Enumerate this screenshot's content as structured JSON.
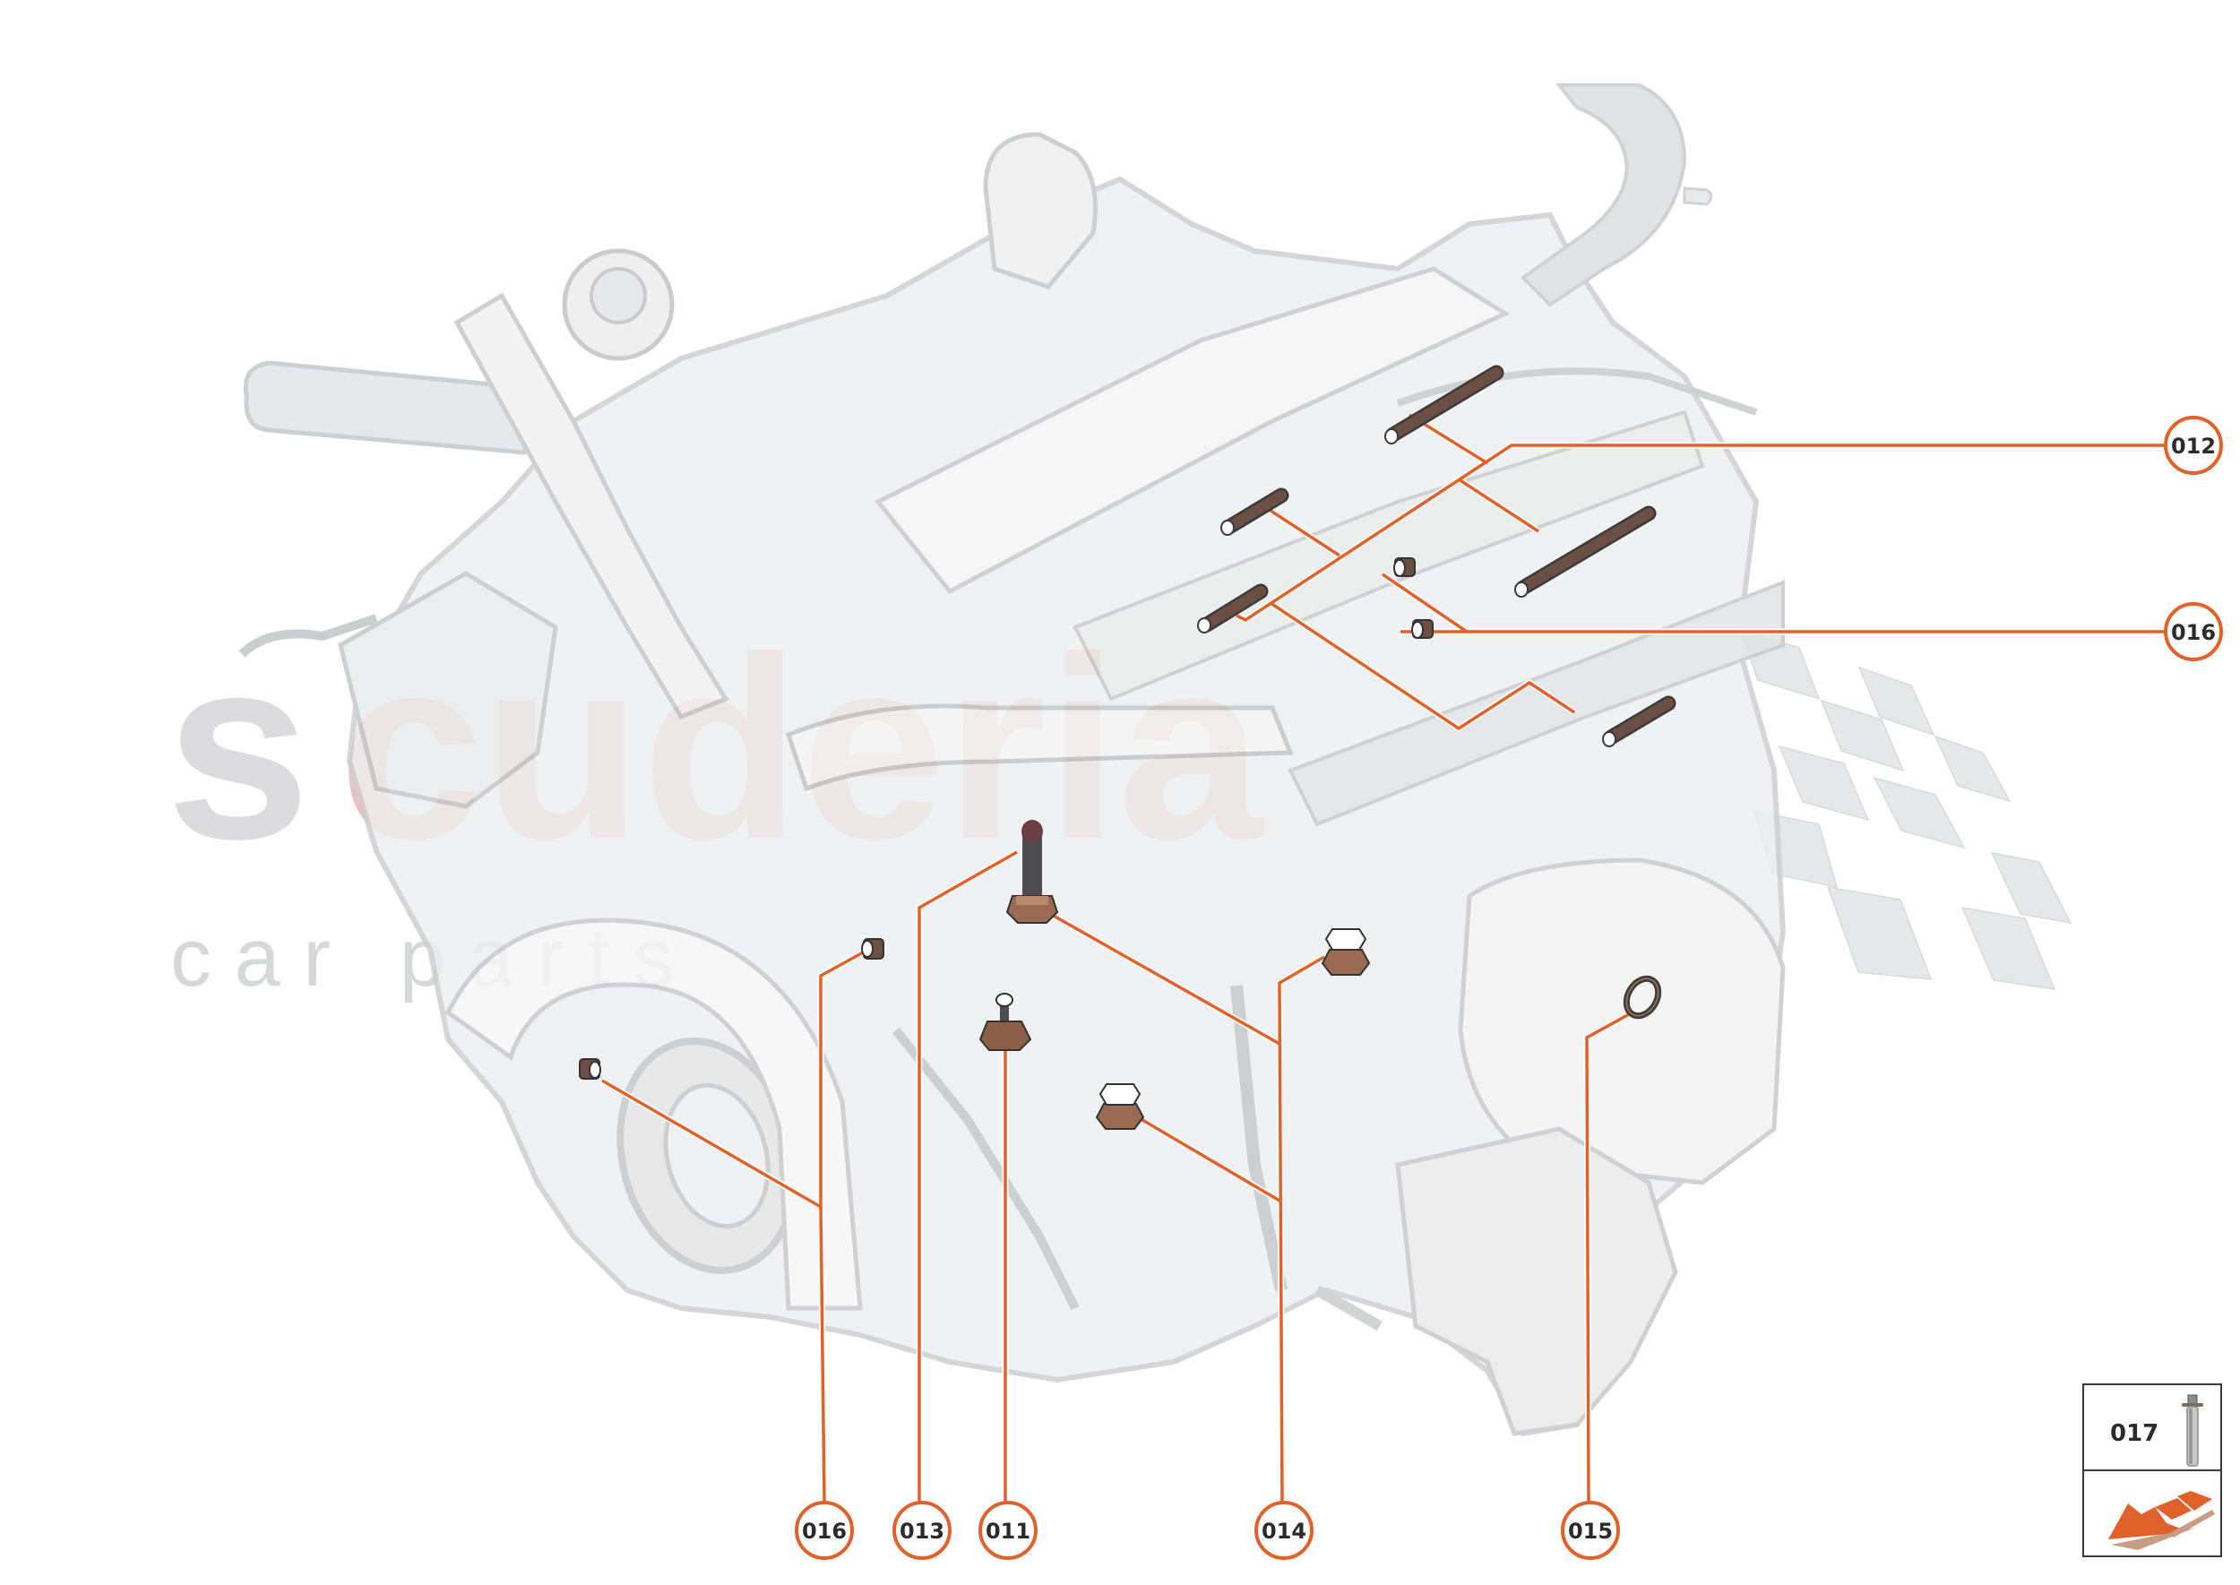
{
  "diagram": {
    "type": "exploded-parts-diagram",
    "subject": "engine assembly - studs, bushings and plugs",
    "accent_color": "#e0622a",
    "callout_text_color": "#2b2b2b",
    "engine_tint": "#c9cacc"
  },
  "watermark": {
    "line1_first": "s",
    "line1_rest": "cuderia",
    "line2": "c a r   p a r t s",
    "grey_color": "#dcdcde",
    "pink_color": "#e8a5a5"
  },
  "callouts": [
    {
      "id": "012",
      "label": "012",
      "position": "right-upper",
      "part": "long stud (x6)"
    },
    {
      "id": "016",
      "label": "016",
      "position": "right-middle",
      "part": "bushing (x2)"
    },
    {
      "id": "016b",
      "label": "016",
      "position": "bottom",
      "part": "bushing (x2)"
    },
    {
      "id": "013",
      "label": "013",
      "position": "bottom",
      "part": "stud with nut"
    },
    {
      "id": "011",
      "label": "011",
      "position": "bottom",
      "part": "sensor plug"
    },
    {
      "id": "014",
      "label": "014",
      "position": "bottom",
      "part": "drain plug (x3)"
    },
    {
      "id": "015",
      "label": "015",
      "position": "bottom",
      "part": "sealing ring"
    }
  ],
  "legend": {
    "part_number": "017",
    "part_icon": "bolt-icon",
    "nav_icon": "orange-arrow-icon"
  }
}
